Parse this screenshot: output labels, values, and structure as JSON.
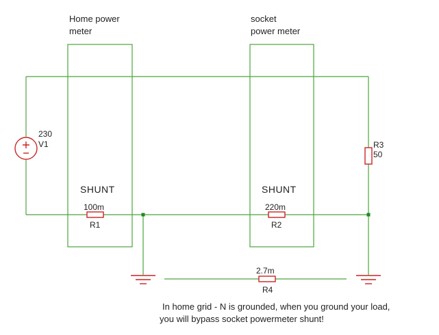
{
  "colors": {
    "wire": "#4aa53a",
    "component": "#cc2222",
    "ground": "#cc2222",
    "junction": "#1f8a1f",
    "text": "#222222"
  },
  "meters": [
    {
      "line1": "Home power",
      "line2": "meter",
      "shunt_label": "SHUNT"
    },
    {
      "line1": "socket",
      "line2": "power meter",
      "shunt_label": "SHUNT"
    }
  ],
  "source": {
    "value": "230",
    "name": "V1"
  },
  "resistors": {
    "r1": {
      "value": "100m",
      "name": "R1"
    },
    "r2": {
      "value": "220m",
      "name": "R2"
    },
    "r3": {
      "value": "50",
      "name": "R3"
    },
    "r4": {
      "value": "2.7m",
      "name": "R4"
    }
  },
  "note": {
    "line1": "In home grid - N is grounded, when you ground your load,",
    "line2": "you will bypass socket powermeter shunt!"
  }
}
